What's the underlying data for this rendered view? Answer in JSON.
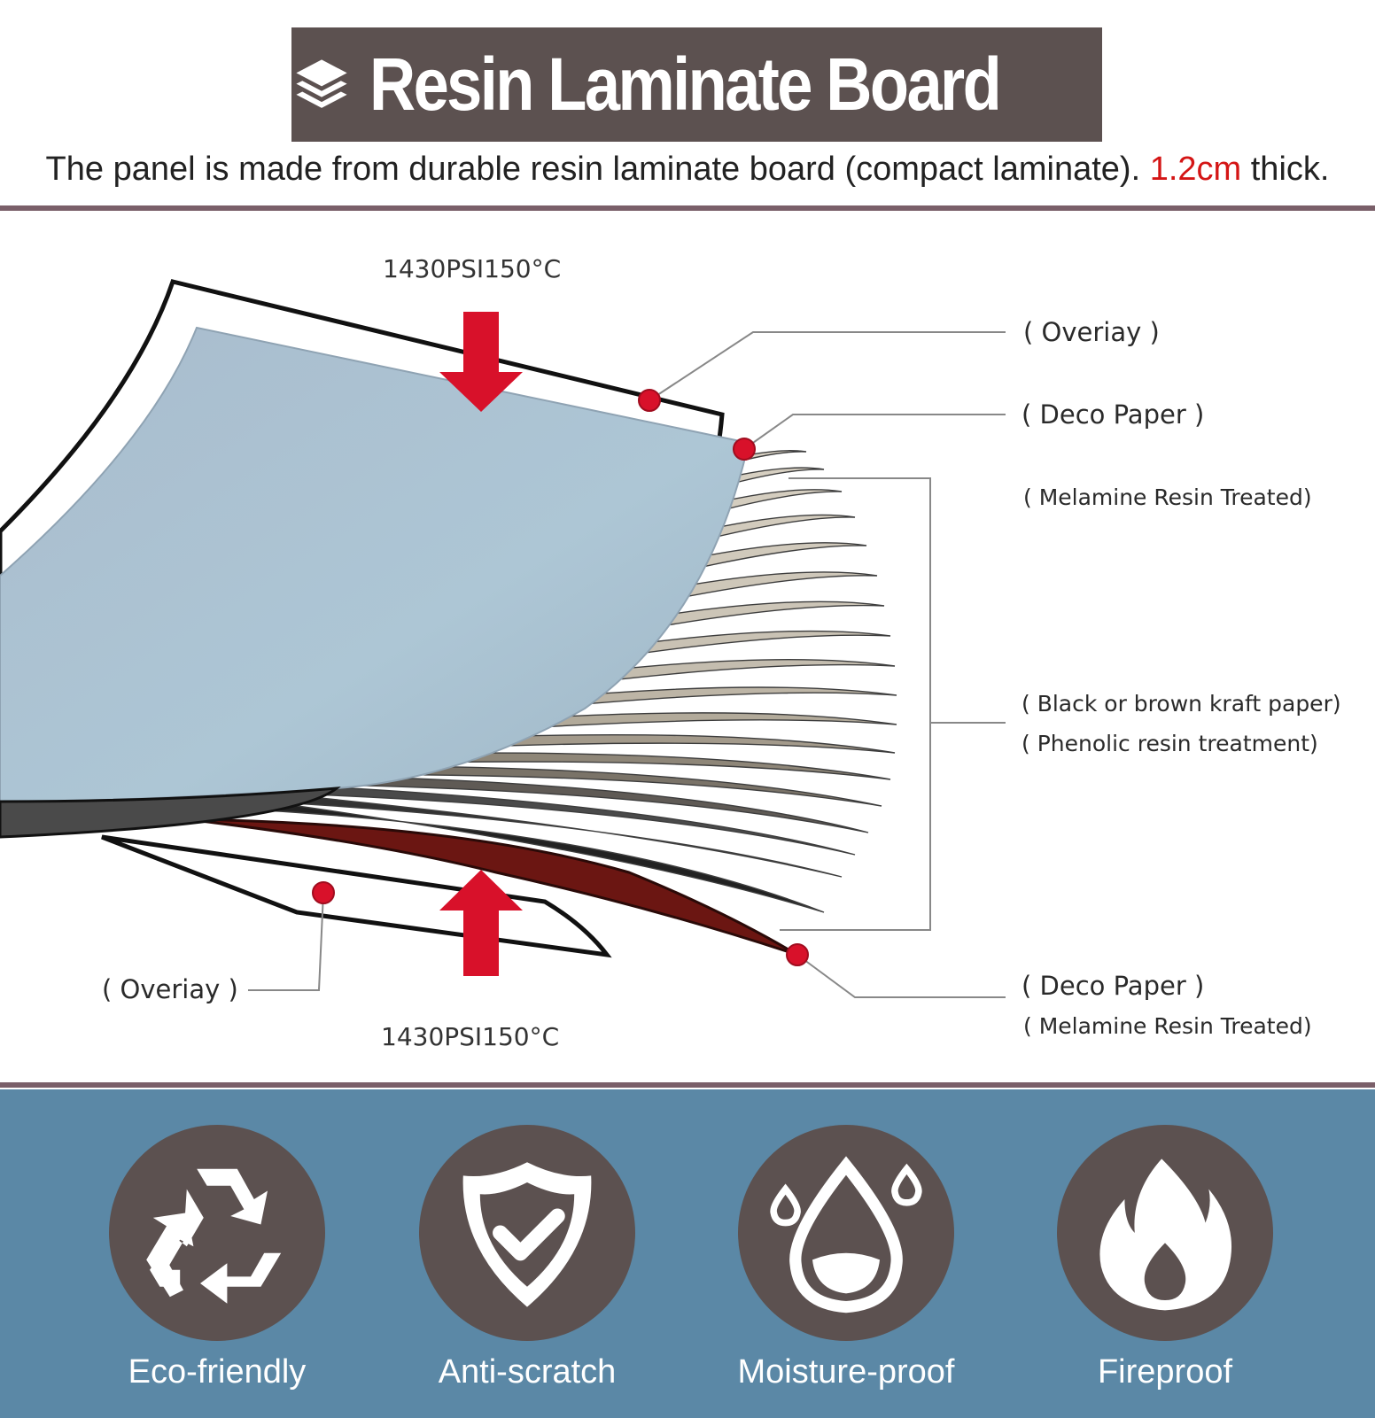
{
  "header": {
    "title": "Resin Laminate Board",
    "title_icon": "layers-icon",
    "description_lead": "The panel is made from durable resin laminate board (compact laminate).",
    "thickness": "1.2cm",
    "description_tail": "thick."
  },
  "diagram": {
    "pressure_top": "1430PSI150°C",
    "pressure_bottom": "1430PSI150°C",
    "labels": {
      "overlay_top": "( Overiay )",
      "deco_top": "( Deco Paper )",
      "melamine_top": "( Melamine Resin Treated)",
      "kraft": "( Black or brown kraft paper)",
      "phenolic": "( Phenolic resin treatment)",
      "deco_bottom": "( Deco Paper )",
      "melamine_bottom": "( Melamine Resin Treated)",
      "overlay_bottom": "( Overiay )"
    }
  },
  "features": [
    {
      "label": "Eco-friendly",
      "icon": "recycle-icon"
    },
    {
      "label": "Anti-scratch",
      "icon": "shield-check-icon"
    },
    {
      "label": "Moisture-proof",
      "icon": "water-drop-icon"
    },
    {
      "label": "Fireproof",
      "icon": "flame-icon"
    }
  ],
  "colors": {
    "title_bg": "#5c5150",
    "accent_red": "#d41515",
    "rule": "#7a5f69",
    "features_bg": "#5b88a6",
    "icon_circle": "#5c5150",
    "arrow_red": "#d8112a"
  }
}
